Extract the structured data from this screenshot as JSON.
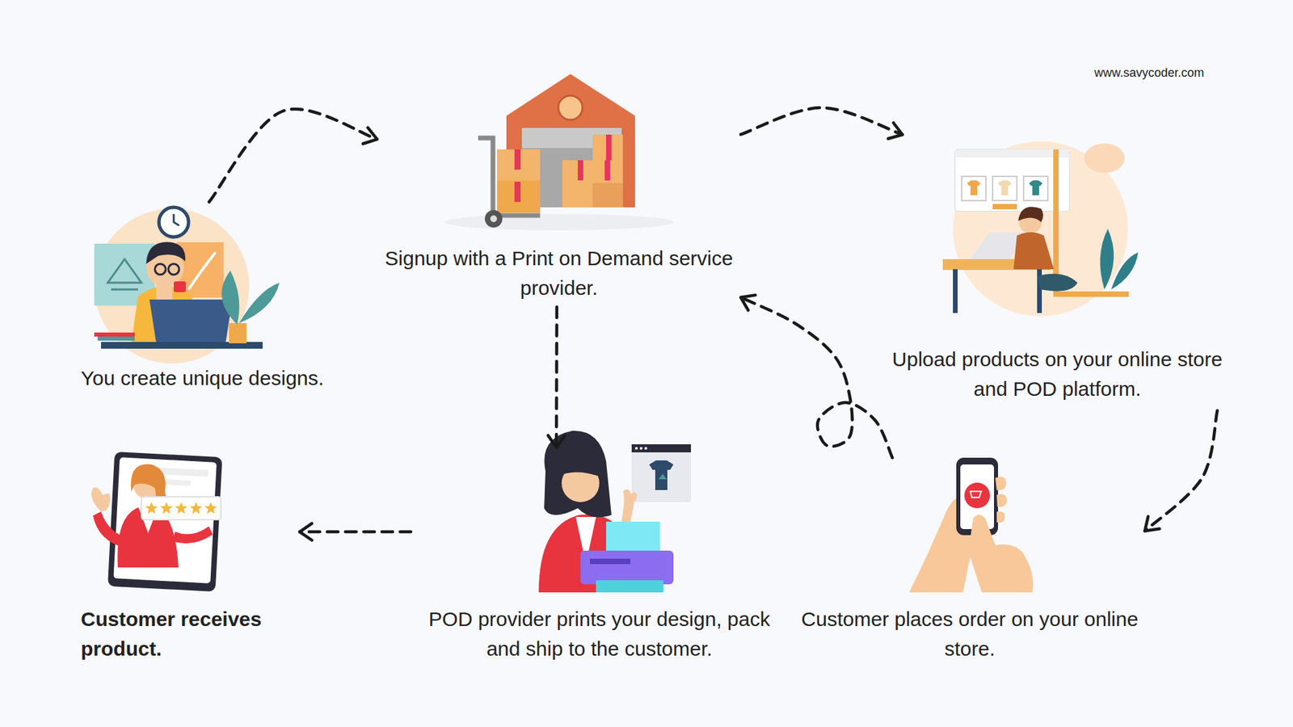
{
  "diagram": {
    "nodes": [
      {
        "text": [
          "You create unique designs."
        ]
      },
      {
        "text": [
          "Signup with a Print on Demand service provider."
        ]
      },
      {
        "text": [
          "Upload products on your online store and POD platform."
        ]
      },
      {
        "text": [
          "Customer places order on your online store."
        ]
      },
      {
        "text": [
          "POD provider prints your design, pack and ship to the customer."
        ]
      },
      {
        "text": [
          "Customer receives product."
        ]
      }
    ],
    "edges": [
      {
        "from": 0,
        "to": 1,
        "arrow": "to"
      },
      {
        "from": 1,
        "to": 2,
        "arrow": "to"
      },
      {
        "from": 2,
        "to": 3,
        "arrow": "to"
      },
      {
        "from": 3,
        "to": 1,
        "arrow": "to"
      },
      {
        "from": 1,
        "to": 4,
        "arrow": "to"
      },
      {
        "from": 4,
        "to": 5,
        "arrow": "to"
      }
    ],
    "labels": [
      "www.savycoder.com"
    ]
  }
}
